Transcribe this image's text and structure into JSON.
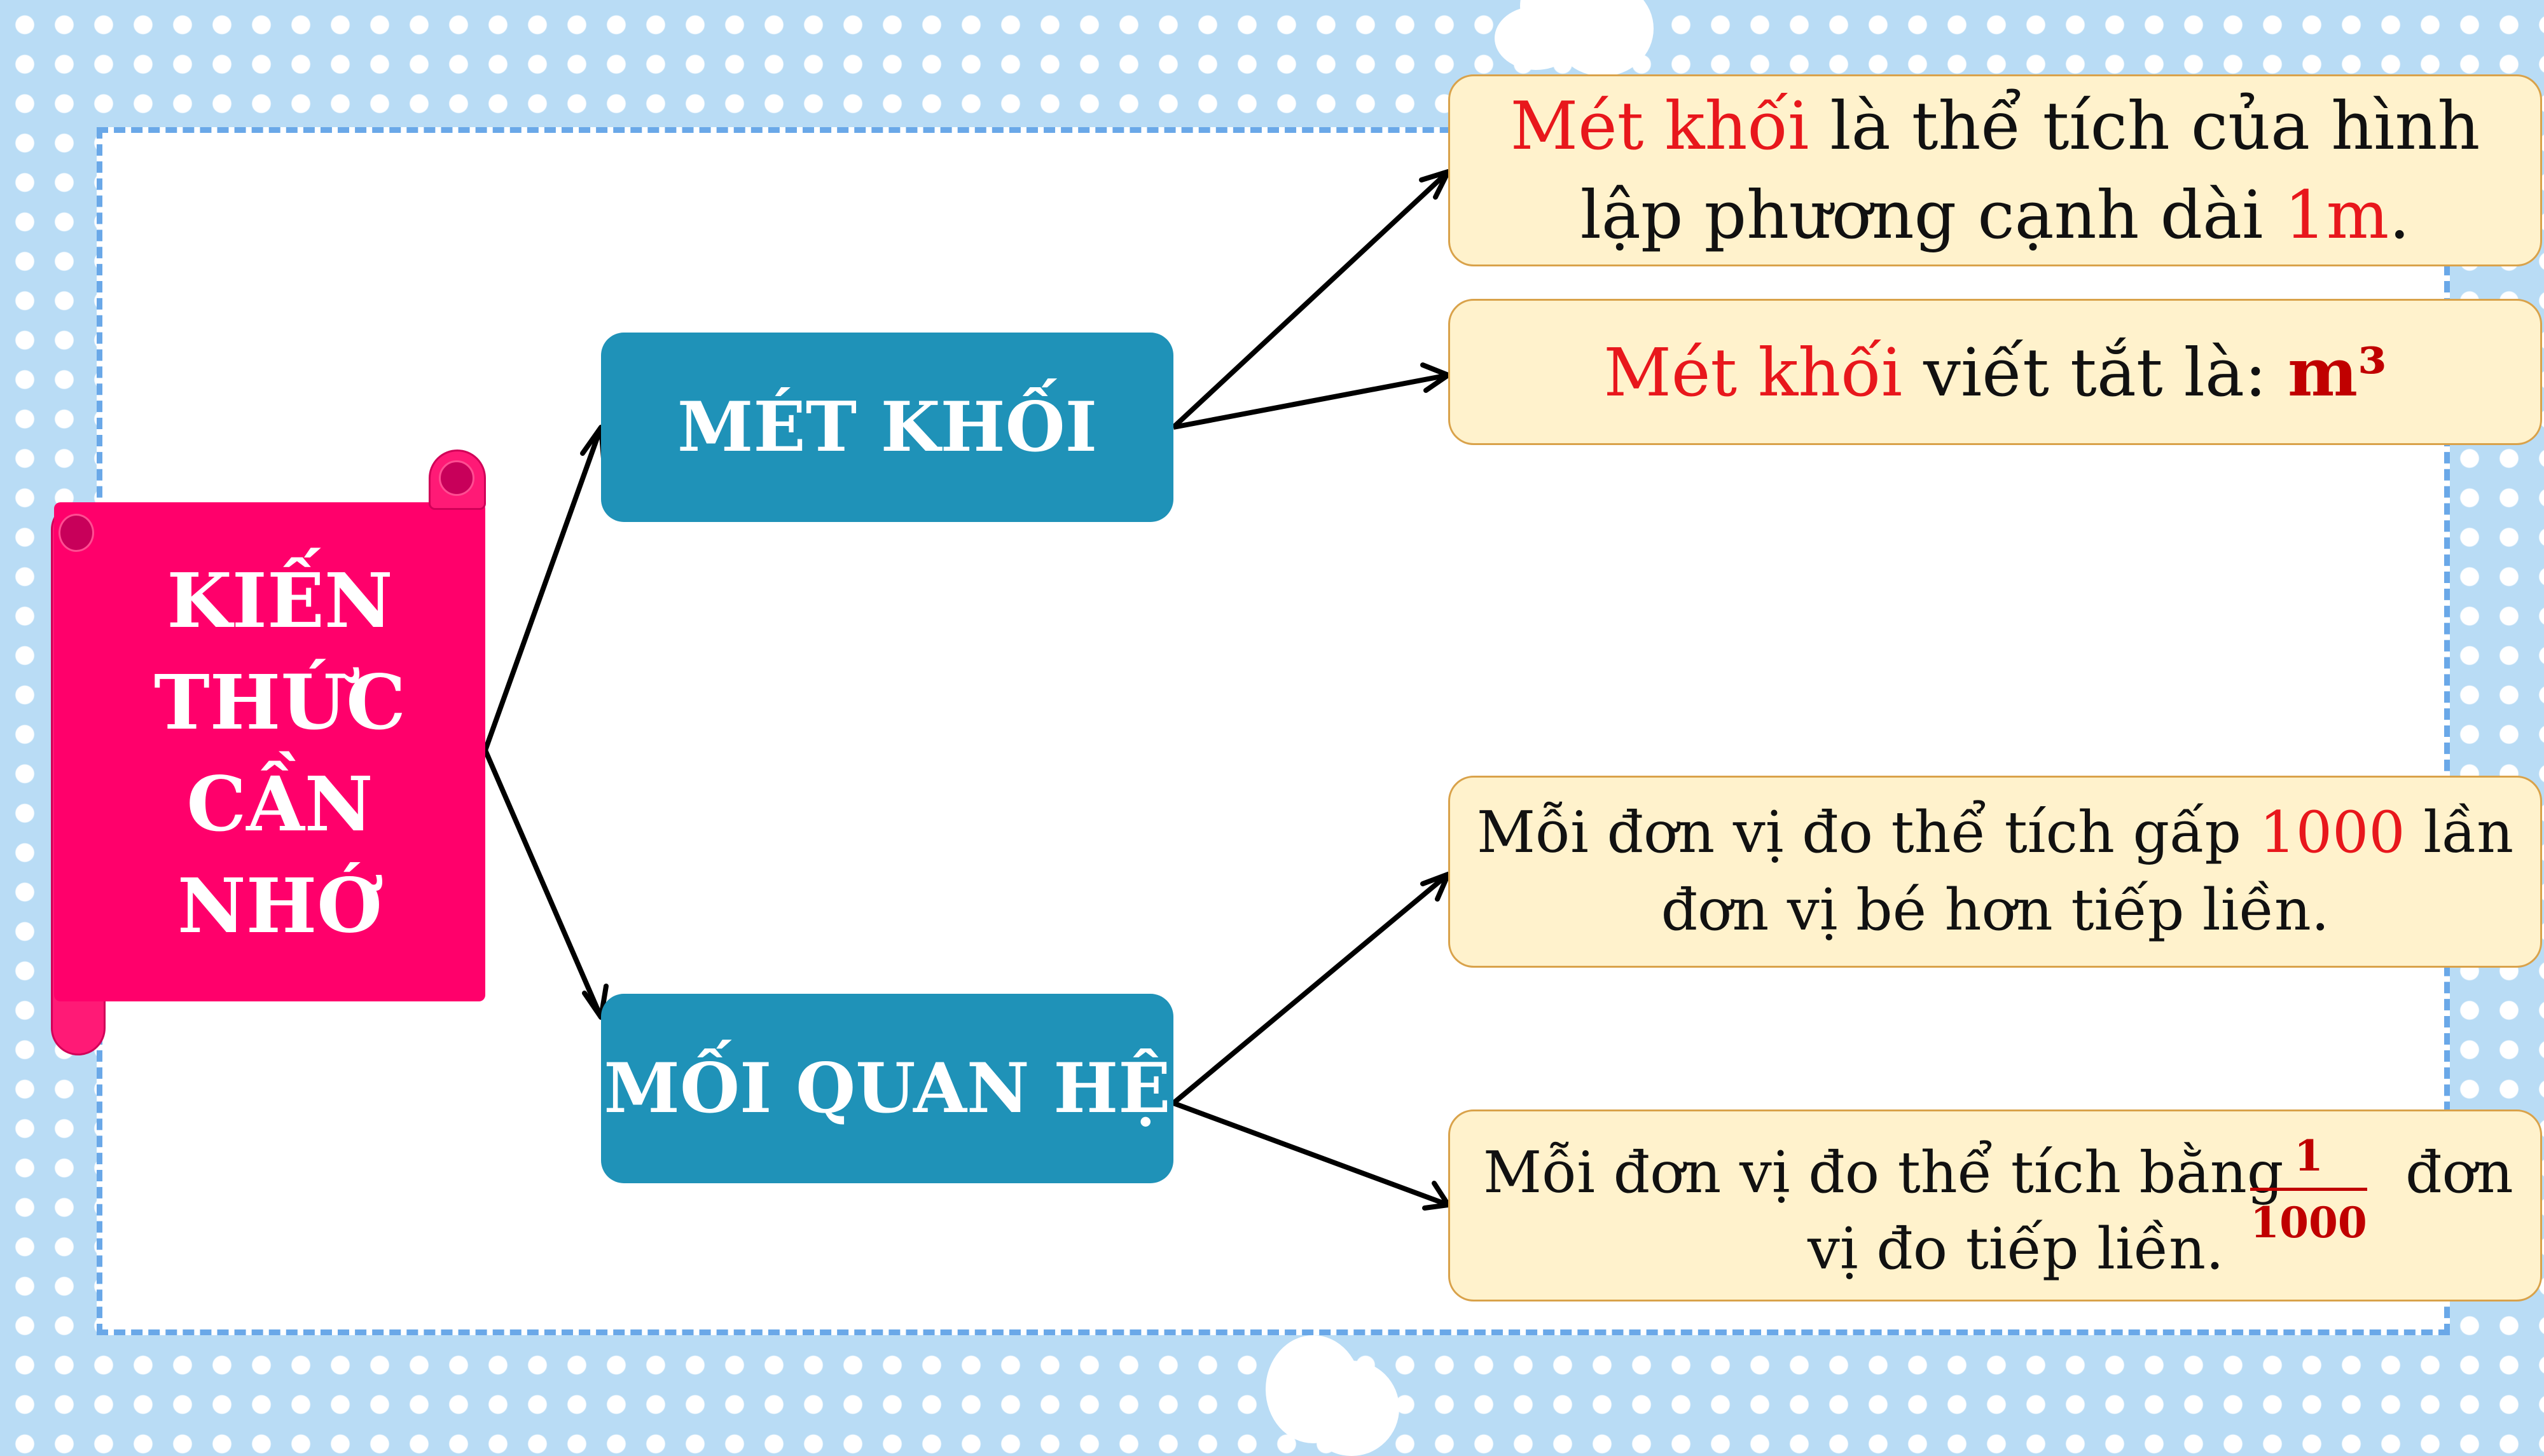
{
  "root": {
    "lines": [
      "KIẾN",
      "THỨC",
      "CẦN",
      "NHỚ"
    ]
  },
  "branches": [
    {
      "label": "MÉT KHỐI"
    },
    {
      "label": "MỐI QUAN HỆ"
    }
  ],
  "cards": {
    "c1": {
      "term": "Mét khối",
      "t1": " là thể tích của hình lập phương cạnh dài ",
      "value": "1m",
      "t2": "."
    },
    "c2": {
      "term": "Mét khối",
      "t1": " viết tắt là: ",
      "unit": "m³"
    },
    "c3": {
      "t1": "Mỗi đơn vị đo thể tích gấp ",
      "value": "1000",
      "t2": " lần đơn vị bé hơn tiếp liền."
    },
    "c4": {
      "t1": "Mỗi đơn vị đo thể tích bằng",
      "frac_num": "1",
      "frac_den": "1000",
      "t2": "đơn",
      "t3": "vị đo tiếp liền."
    }
  },
  "colors": {
    "background": "#b9dcf5",
    "scroll": "#ff006b",
    "branch_node": "#1f92b8",
    "card_fill": "#fff2cc",
    "card_border": "#d9a24a",
    "highlight": "#e8171c",
    "panel_border": "#6aa8e8"
  }
}
